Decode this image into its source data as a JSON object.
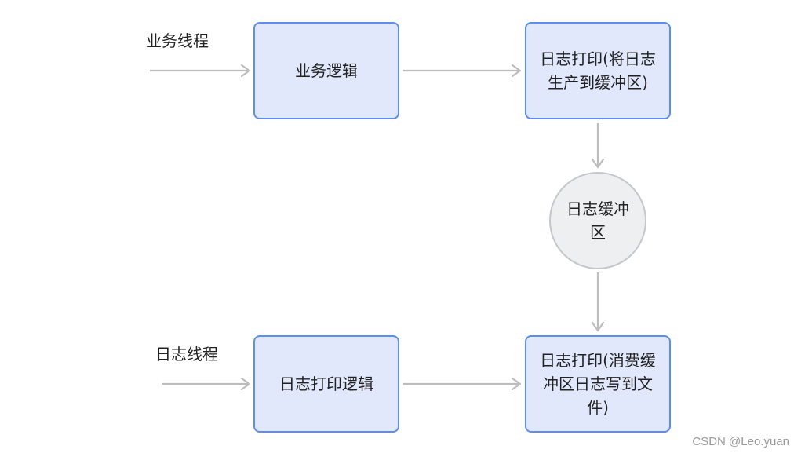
{
  "labels": {
    "business_thread": "业务线程",
    "log_thread": "日志线程"
  },
  "nodes": {
    "business_logic": "业务逻辑",
    "log_print_produce": "日志打印(将日志生产到缓冲区)",
    "log_buffer": "日志缓冲区",
    "log_print_logic": "日志打印逻辑",
    "log_print_consume": "日志打印(消费缓冲区日志写到文件)"
  },
  "watermark": "CSDN @Leo.yuan",
  "colors": {
    "box_fill": "#e1e8fc",
    "box_border": "#5b8ef0",
    "circle_fill": "#eeeff1",
    "circle_border": "#c4c7cc",
    "arrow": "#bdbdbd"
  }
}
